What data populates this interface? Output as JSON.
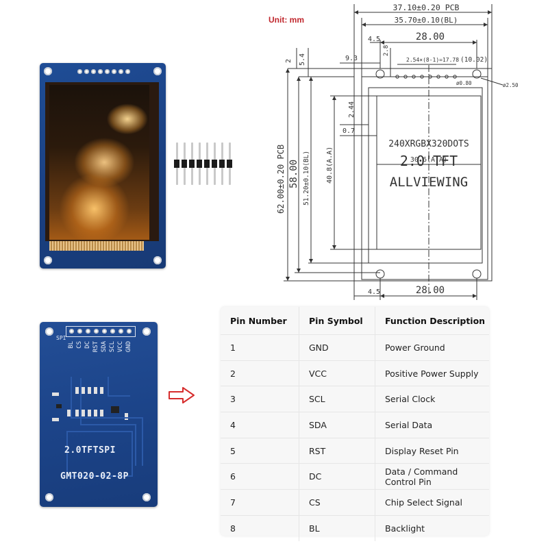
{
  "unit_label": "Unit: mm",
  "drawing": {
    "dim_pcb_width": "37.10±0.20  PCB",
    "dim_bl_width": "35.70±0.10(BL)",
    "dim_hole_offset_top": "4.5",
    "dim_hole_span_top": "28.00",
    "dim_left_9_3": "9.3",
    "dim_2": "2",
    "dim_5_4": "5.4",
    "dim_2_8": "2.8",
    "dim_pin_pitch": "2.54×(8-1)=17.78",
    "dim_10_02": "(10.02)",
    "dim_pad_dia": "ø0.80",
    "dim_hole_dia": "ø2.50",
    "dim_2_44": "2.44",
    "dim_0_7": "0.7",
    "dim_aa_width": "30.6(A.A)",
    "dim_pcb_height": "62.00±0.20 PCB",
    "dim_58": "58.00",
    "dim_bl_height": "51.20±0.10(BL)",
    "dim_aa_height": "40.8(A.A)",
    "dim_hole_offset_bottom": "4.5",
    "dim_hole_span_bottom": "28.00",
    "screen_line1": "240XRGBX320DOTS",
    "screen_line2": "2.0'TFT",
    "screen_line3": "ALLVIEWING"
  },
  "back_board": {
    "spi_label": "SPI",
    "pin_labels": [
      "BL",
      "CS",
      "DC",
      "RST",
      "SDA",
      "SCL",
      "VCC",
      "GND"
    ],
    "model_line1": "2.0TFTSPI",
    "model_line2": "GMT020-02-8P"
  },
  "pin_table": {
    "headers": [
      "Pin Number",
      "Pin Symbol",
      "Function Description"
    ],
    "rows": [
      {
        "num": "1",
        "symbol": "GND",
        "desc": "Power Ground"
      },
      {
        "num": "2",
        "symbol": "VCC",
        "desc": "Positive Power Supply"
      },
      {
        "num": "3",
        "symbol": "SCL",
        "desc": "Serial Clock"
      },
      {
        "num": "4",
        "symbol": "SDA",
        "desc": "Serial Data"
      },
      {
        "num": "5",
        "symbol": "RST",
        "desc": "Display Reset Pin"
      },
      {
        "num": "6",
        "symbol": "DC",
        "desc": "Data / Command Control Pin"
      },
      {
        "num": "7",
        "symbol": "CS",
        "desc": "Chip Select Signal"
      },
      {
        "num": "8",
        "symbol": "BL",
        "desc": "Backlight"
      }
    ]
  },
  "colors": {
    "pcb_blue": "#1c4489",
    "unit_red": "#c0272d",
    "arrow_red": "#d62c2c"
  }
}
